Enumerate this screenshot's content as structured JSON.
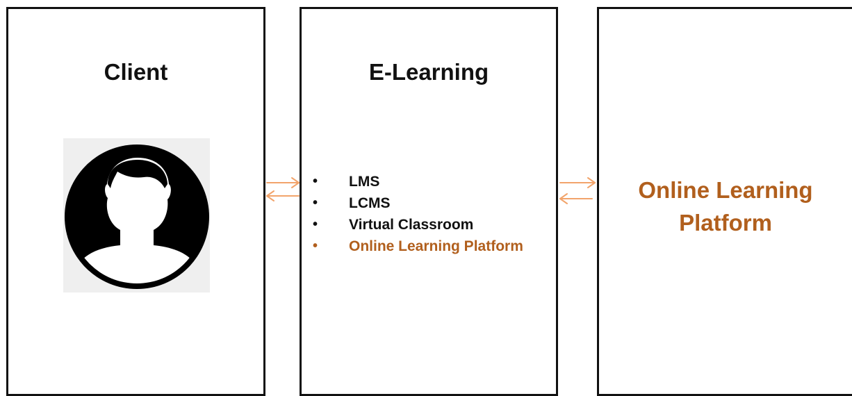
{
  "colors": {
    "accent": "#b15f1d",
    "arrow": "#f2a46b"
  },
  "client": {
    "title": "Client",
    "icon": "user-avatar-icon"
  },
  "elearning": {
    "title": "E-Learning",
    "items": [
      {
        "bullet": "•",
        "label": "LMS"
      },
      {
        "bullet": "•",
        "label": "LCMS"
      },
      {
        "bullet": "•",
        "label": "Virtual Classroom"
      },
      {
        "bullet": "•",
        "label": "Online Learning Platform"
      }
    ]
  },
  "platform": {
    "title_line1": "Online Learning",
    "title_line2": "Platform"
  }
}
